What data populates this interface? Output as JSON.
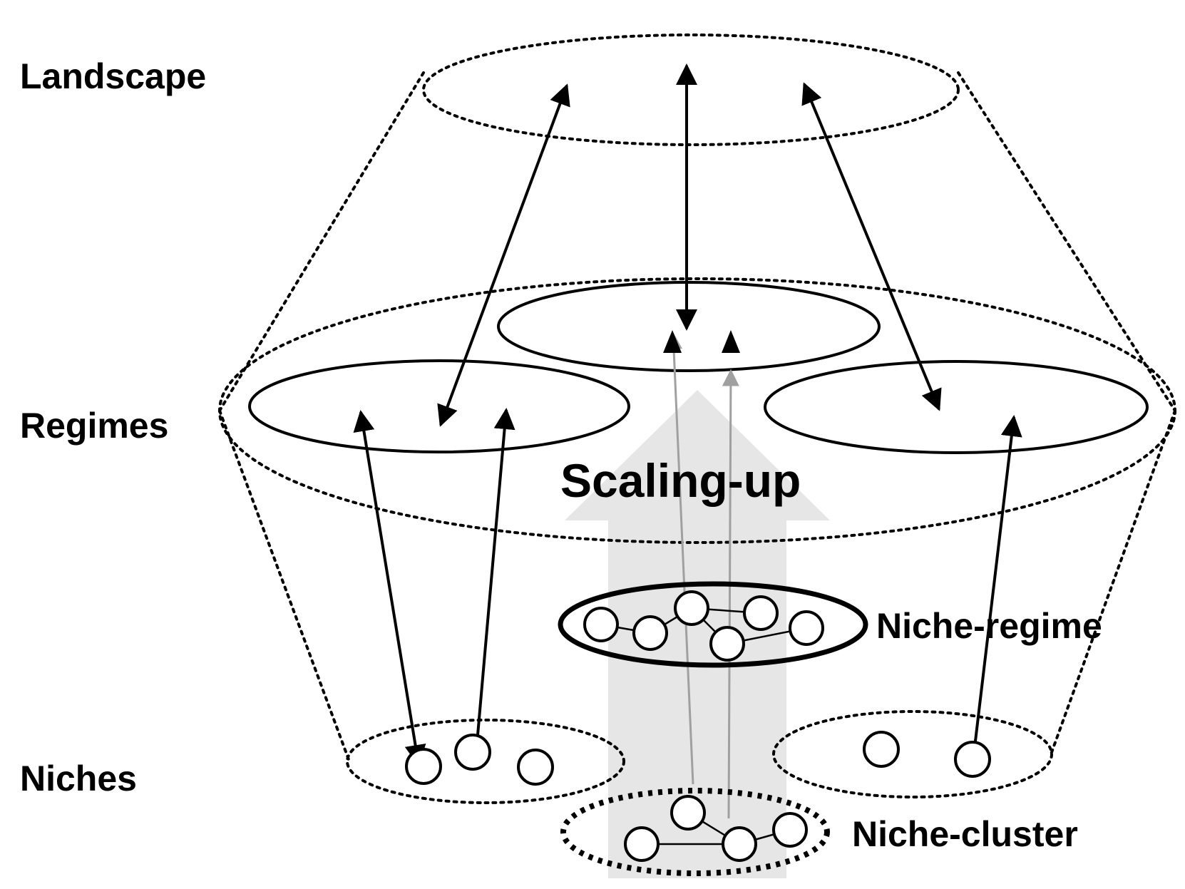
{
  "levels": {
    "landscape": "Landscape",
    "regimes": "Regimes",
    "niches": "Niches"
  },
  "labels": {
    "scaling_up": "Scaling-up",
    "niche_regime": "Niche-regime",
    "niche_cluster": "Niche-cluster"
  },
  "colors": {
    "ink": "#000000",
    "scaling_arrow": "#e6e6e6",
    "grey_arrow": "#999999"
  }
}
